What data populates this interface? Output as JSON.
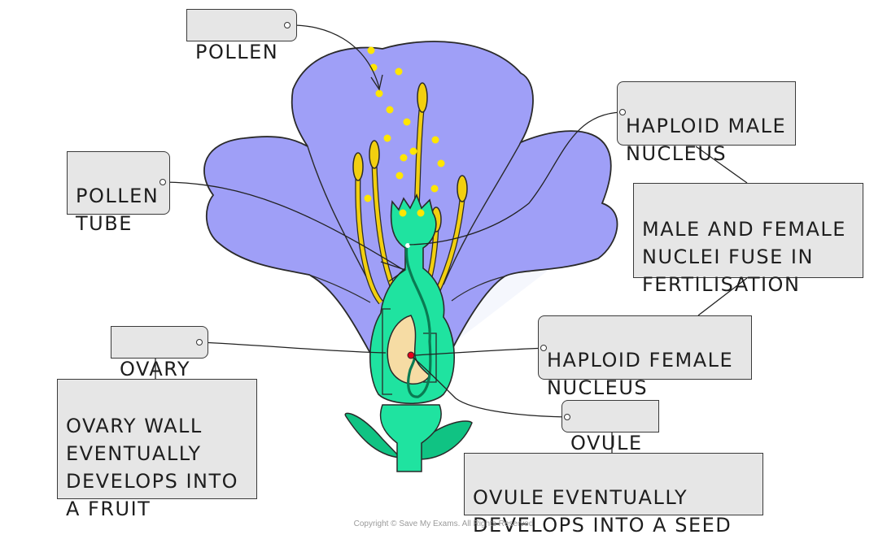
{
  "labels": {
    "pollen": "POLLEN",
    "pollen_tube": "POLLEN\nTUBE",
    "ovary": "OVARY",
    "ovary_wall_note": "OVARY WALL\nEVENTUALLY\nDEVELOPS INTO\nA FRUIT",
    "haploid_male": "HAPLOID MALE\nNUCLEUS",
    "fusion_note": "MALE AND FEMALE\nNUCLEI FUSE IN\nFERTILISATION",
    "haploid_female": "HAPLOID FEMALE\nNUCLEUS",
    "ovule": "OVULE",
    "ovule_note": "OVULE EVENTUALLY\nDEVELOPS INTO A SEED"
  },
  "copyright": "Copyright © Save My Exams. All Rights Reserved",
  "colors": {
    "petal": "#9f9ff7",
    "carpel": "#1fe3a0",
    "filament": "#f2cf10",
    "pollen_grain": "#ffe600",
    "ovule": "#f6dca4",
    "sepal": "#10c383",
    "female_nucleus": "#e3001b",
    "label_bg": "#e6e6e6"
  }
}
